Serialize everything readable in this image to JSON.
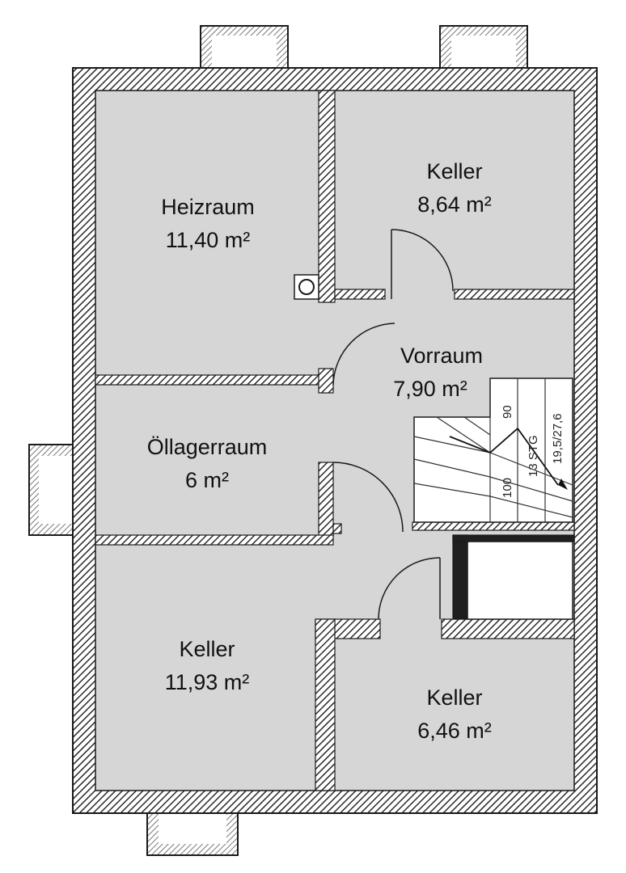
{
  "rooms": [
    {
      "id": "heizraum",
      "name": "Heizraum",
      "area": "11,40 m²"
    },
    {
      "id": "keller-ne",
      "name": "Keller",
      "area": "8,64 m²"
    },
    {
      "id": "vorraum",
      "name": "Vorraum",
      "area": "7,90 m²"
    },
    {
      "id": "oellagerraum",
      "name": "Öllagerraum",
      "area": "6 m²"
    },
    {
      "id": "keller-sw",
      "name": "Keller",
      "area": "11,93 m²"
    },
    {
      "id": "keller-se",
      "name": "Keller",
      "area": "6,46 m²"
    }
  ],
  "stair": {
    "run": "100",
    "width": "90",
    "steps": "13 STG",
    "ratio": "19,5/27,6"
  },
  "colors": {
    "floor": "#d6d6d6",
    "wall_hatch": "#2a2a2a",
    "line": "#1a1a1a"
  }
}
